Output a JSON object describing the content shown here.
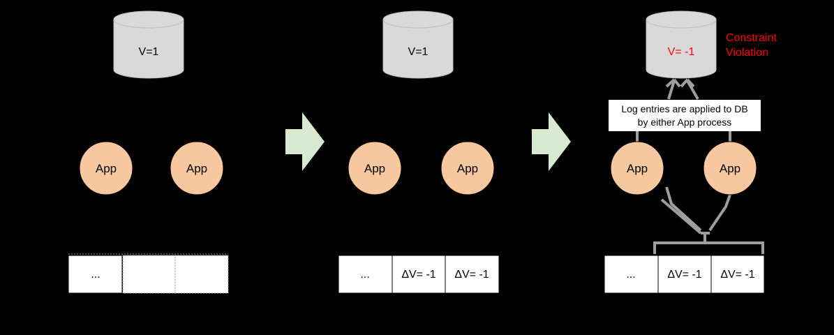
{
  "colors": {
    "background": "#000000",
    "db_fill": "#d9d9d9",
    "db_stroke": "#bdbdbd",
    "app_fill": "#f7c89f",
    "arrow_fill": "#d9ead3",
    "log_fill": "#ffffff",
    "connector": "#9e9e9e",
    "violation_text": "#ff0000",
    "text": "#000000"
  },
  "panels": [
    {
      "db": {
        "label": "V=1",
        "violation": false
      },
      "apps": [
        {
          "label": "App"
        },
        {
          "label": "App"
        }
      ],
      "log": {
        "cells": [
          "...",
          "",
          ""
        ],
        "dashed_tail": true
      }
    },
    {
      "db": {
        "label": "V=1",
        "violation": false
      },
      "apps": [
        {
          "label": "App"
        },
        {
          "label": "App"
        }
      ],
      "log": {
        "cells": [
          "...",
          "ΔV= -1",
          "ΔV= -1"
        ],
        "dashed_tail": false
      }
    },
    {
      "db": {
        "label": "V= -1",
        "violation": true
      },
      "apps": [
        {
          "label": "App"
        },
        {
          "label": "App"
        }
      ],
      "log": {
        "cells": [
          "...",
          "ΔV= -1",
          "ΔV= -1"
        ],
        "dashed_tail": false
      },
      "callout": {
        "lines": [
          "Log entries are applied to DB",
          "by either App process"
        ]
      },
      "violation_note": {
        "lines": [
          "Constraint",
          "Violation"
        ]
      }
    }
  ],
  "transition_arrows": [
    {
      "icon": "right-arrow-icon"
    },
    {
      "icon": "right-arrow-icon"
    }
  ]
}
